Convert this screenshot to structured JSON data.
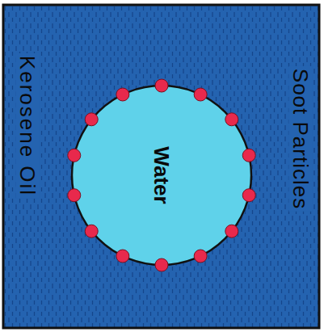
{
  "diagram": {
    "nodes": [
      {
        "text": [
          "Kerosene Oil"
        ]
      },
      {
        "text": [
          "Water"
        ],
        "in": 0
      }
    ],
    "labels": [
      "Soot Particles"
    ]
  }
}
